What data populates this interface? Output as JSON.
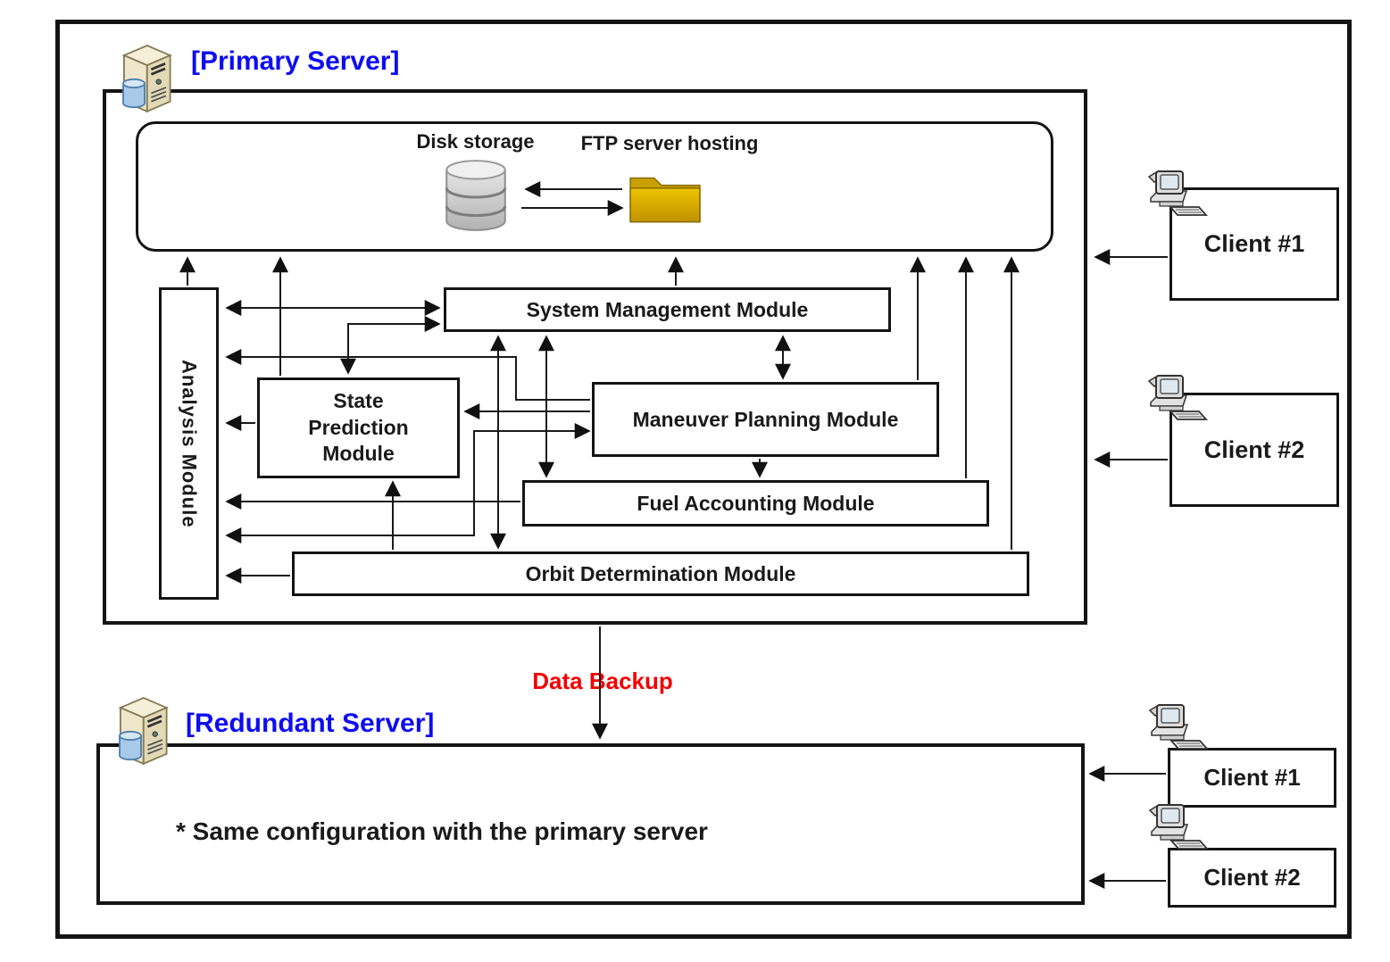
{
  "primary": {
    "label": "[Primary Server]",
    "storage": {
      "disk_label": "Disk storage",
      "ftp_label": "FTP server hosting"
    },
    "modules": {
      "analysis": "Analysis Module",
      "system_management": "System Management Module",
      "state_prediction": "State Prediction Module",
      "maneuver_planning": "Maneuver Planning Module",
      "fuel_accounting": "Fuel Accounting Module",
      "orbit_determination": "Orbit Determination Module"
    },
    "clients": [
      {
        "label": "Client #1"
      },
      {
        "label": "Client #2"
      }
    ]
  },
  "backup": {
    "label": "Data Backup"
  },
  "redundant": {
    "label": "[Redundant Server]",
    "note": "* Same configuration with the primary server",
    "clients": [
      {
        "label": "Client #1"
      },
      {
        "label": "Client #2"
      }
    ]
  },
  "colors": {
    "server_label": "#0d0df2",
    "backup_label": "#f40000",
    "line": "#1a1a1a",
    "folder": "#d7a700",
    "box_border": "#141414"
  },
  "icons": {
    "server": "server-tower-icon",
    "disk": "database-cylinder-icon",
    "ftp": "folder-icon",
    "client": "desktop-computer-icon"
  },
  "edges": [
    {
      "from": "ftp_server",
      "to": "disk_storage",
      "dir": "uni"
    },
    {
      "from": "disk_storage",
      "to": "ftp_server",
      "dir": "uni"
    },
    {
      "from": "analysis",
      "to": "storage",
      "dir": "uni"
    },
    {
      "from": "state_prediction",
      "to": "storage",
      "dir": "uni"
    },
    {
      "from": "system_management",
      "to": "storage",
      "dir": "uni"
    },
    {
      "from": "maneuver_planning",
      "to": "storage",
      "dir": "uni"
    },
    {
      "from": "fuel_accounting",
      "to": "storage",
      "dir": "uni"
    },
    {
      "from": "orbit_determination",
      "to": "storage",
      "dir": "uni"
    },
    {
      "from": "analysis",
      "to": "system_management",
      "dir": "bi"
    },
    {
      "from": "state_prediction",
      "to": "system_management",
      "dir": "bi"
    },
    {
      "from": "maneuver_planning",
      "to": "analysis",
      "dir": "uni"
    },
    {
      "from": "maneuver_planning",
      "to": "state_prediction",
      "dir": "uni"
    },
    {
      "from": "maneuver_planning",
      "to": "analysis",
      "dir": "bi"
    },
    {
      "from": "state_prediction",
      "to": "analysis",
      "dir": "uni"
    },
    {
      "from": "fuel_accounting",
      "to": "analysis",
      "dir": "uni"
    },
    {
      "from": "orbit_determination",
      "to": "analysis",
      "dir": "uni"
    },
    {
      "from": "system_management",
      "to": "orbit_determination",
      "dir": "bi"
    },
    {
      "from": "system_management",
      "to": "fuel_accounting",
      "dir": "bi"
    },
    {
      "from": "system_management",
      "to": "maneuver_planning",
      "dir": "bi"
    },
    {
      "from": "maneuver_planning",
      "to": "fuel_accounting",
      "dir": "uni"
    },
    {
      "from": "orbit_determination",
      "to": "state_prediction",
      "dir": "uni"
    },
    {
      "from": "client_1",
      "to": "primary_server",
      "dir": "uni"
    },
    {
      "from": "client_2",
      "to": "primary_server",
      "dir": "uni"
    },
    {
      "from": "primary_server",
      "to": "redundant_server",
      "dir": "uni",
      "label": "Data Backup"
    },
    {
      "from": "client_1",
      "to": "redundant_server",
      "dir": "uni"
    },
    {
      "from": "client_2",
      "to": "redundant_server",
      "dir": "uni"
    }
  ]
}
